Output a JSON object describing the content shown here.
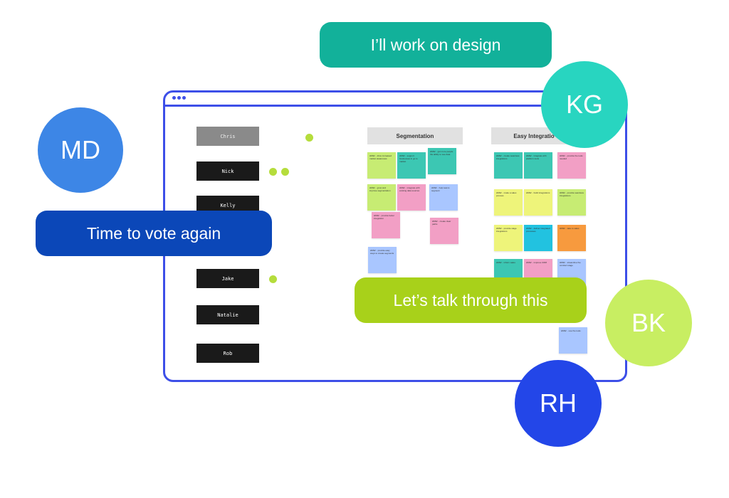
{
  "participants": [
    {
      "name": "Chris",
      "active": true
    },
    {
      "name": "Nick",
      "active": false
    },
    {
      "name": "Kelly",
      "active": false
    },
    {
      "name": "Jake",
      "active": false
    },
    {
      "name": "Natalie",
      "active": false
    },
    {
      "name": "Rob",
      "active": false
    }
  ],
  "columns": {
    "segmentation": "Segmentation",
    "easy_integration": "Easy Integratio"
  },
  "notes": [
    "HMW... drive increased market awareness",
    "HMW... support businesses in go to market",
    "HMW... get more people the ability to see data",
    "HMW... grow and improve segmentation",
    "HMW... integrate with existing data sources",
    "HMW... help teams segment",
    "HMW... provide better integration",
    "HMW... create clear paths",
    "HMW... provide easy ways to create segments",
    "HMW... create seamless integrations",
    "HMW... integrate with platform tools",
    "HMW... provide the tools needed",
    "HMW... make a sales process",
    "HMW... build integrations",
    "HMW... provide seamless integrations",
    "HMW... provide stage integrations",
    "HMW... deliver integrated processes",
    "HMW... take to sales",
    "HMW... inform sales",
    "HMW... improve CRM",
    "HMW... streamline the contract stage",
    "HMW... use the tools"
  ],
  "bubbles": {
    "design": "I’ll work on design",
    "vote": "Time to vote again",
    "talk": "Let’s talk through this"
  },
  "avatars": {
    "md": "MD",
    "kg": "KG",
    "bk": "BK",
    "rh": "RH"
  },
  "colors": {
    "window_border": "#3d4fe8",
    "vote_dot": "#b5dd3c",
    "bubble_design": "#12b19a",
    "bubble_vote": "#0b47b8",
    "bubble_talk": "#a8d11a",
    "avatar_md": "#3d86e6",
    "avatar_kg": "#28d5c0",
    "avatar_bk": "#c8ee62",
    "avatar_rh": "#2346e8"
  }
}
